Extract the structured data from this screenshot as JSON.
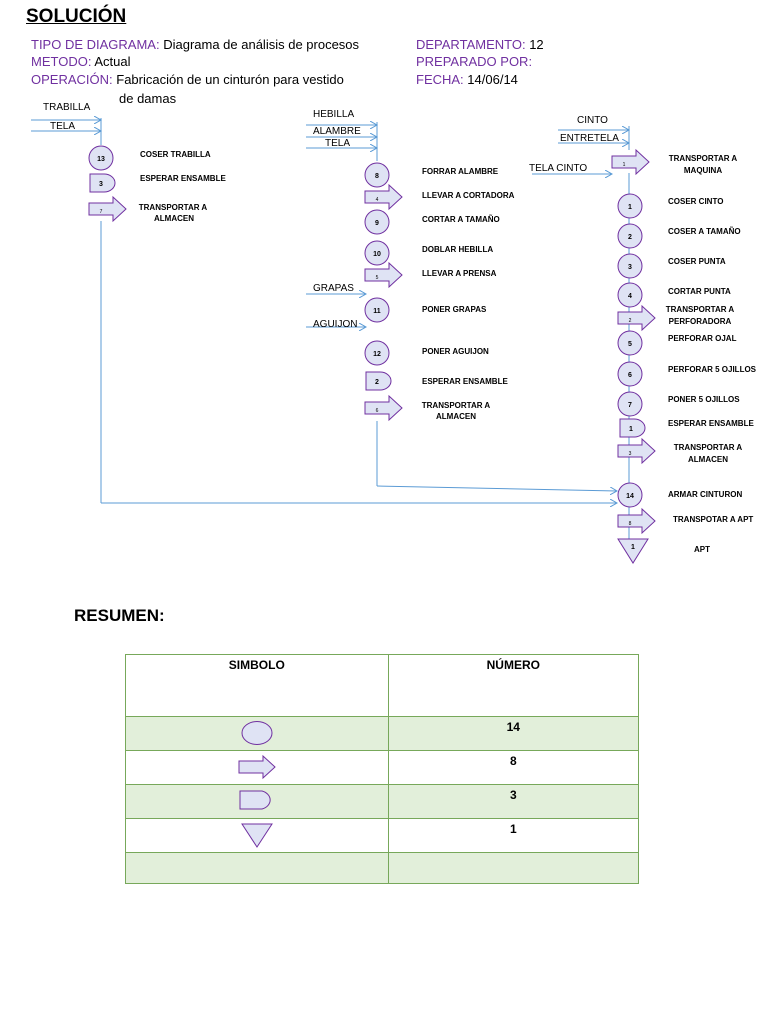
{
  "title": "SOLUCIÓN",
  "header": {
    "tipo_key": "TIPO DE DIAGRAMA:",
    "tipo_val": "Diagrama de análisis de procesos",
    "metodo_key": "METODO:",
    "metodo_val": "Actual",
    "operacion_key": "OPERACIÓN:",
    "operacion_val1": "Fabricación de un cinturón  para   vestido",
    "operacion_val2": "de damas",
    "depto_key": "DEPARTAMENTO:",
    "depto_val": "12",
    "preparado_key": "PREPARADO POR:",
    "fecha_key": "FECHA:",
    "fecha_val": "14/06/14"
  },
  "flow": {
    "inputs": {
      "trabilla": "TRABILLA",
      "tela": "TELA",
      "hebilla": "HEBILLA",
      "alambre": "ALAMBRE",
      "tela2": "TELA",
      "grapas": "GRAPAS",
      "aguijon": "AGUIJON",
      "cinto": "CINTO",
      "entretela": "ENTRETELA",
      "tela_cinto": "TELA CINTO"
    },
    "col1": [
      {
        "num": "13",
        "label": "COSER TRABILLA"
      },
      {
        "num": "3",
        "label": "ESPERAR ENSAMBLE"
      },
      {
        "num": "7",
        "label": "TRANSPORTAR A",
        "label2": "ALMACEN"
      }
    ],
    "col2": [
      {
        "num": "8",
        "label": "FORRAR ALAMBRE"
      },
      {
        "num": "4",
        "label": "LLEVAR A CORTADORA"
      },
      {
        "num": "9",
        "label": "CORTAR A TAMAÑO"
      },
      {
        "num": "10",
        "label": "DOBLAR HEBILLA"
      },
      {
        "num": "5",
        "label": "LLEVAR A PRENSA"
      },
      {
        "num": "11",
        "label": "PONER GRAPAS"
      },
      {
        "num": "12",
        "label": "PONER AGUIJON"
      },
      {
        "num": "2",
        "label": "ESPERAR ENSAMBLE"
      },
      {
        "num": "6",
        "label": "TRANSPORTAR A",
        "label2": "ALMACEN"
      }
    ],
    "col3": [
      {
        "num": "1",
        "label": "TRANSPORTAR A",
        "label2": "MAQUINA"
      },
      {
        "num": "1",
        "label": "COSER CINTO"
      },
      {
        "num": "2",
        "label": "COSER A TAMAÑO"
      },
      {
        "num": "3",
        "label": "COSER PUNTA"
      },
      {
        "num": "4",
        "label": "CORTAR PUNTA"
      },
      {
        "num": "2",
        "label": "TRANSPORTAR A",
        "label2": "PERFORADORA"
      },
      {
        "num": "5",
        "label": "PERFORAR OJAL"
      },
      {
        "num": "6",
        "label": "PERFORAR 5 OJILLOS"
      },
      {
        "num": "7",
        "label": "PONER 5 OJILLOS"
      },
      {
        "num": "1",
        "label": "ESPERAR ENSAMBLE"
      },
      {
        "num": "3",
        "label": "TRANSPORTAR A",
        "label2": "ALMACEN"
      },
      {
        "num": "14",
        "label": "ARMAR CINTURON"
      },
      {
        "num": "8",
        "label": "TRANSPOTAR A APT"
      },
      {
        "num": "1",
        "label": "APT"
      }
    ]
  },
  "resumen": {
    "title": "RESUMEN:",
    "col_simbolo": "SIMBOLO",
    "col_numero": "NÚMERO",
    "rows": [
      {
        "symbol": "operation-circle",
        "count": "14"
      },
      {
        "symbol": "transport-arrow",
        "count": "8"
      },
      {
        "symbol": "delay-d-shape",
        "count": "3"
      },
      {
        "symbol": "storage-triangle",
        "count": "1"
      },
      {
        "symbol": "",
        "count": ""
      }
    ]
  },
  "colors": {
    "symbol_fill": "#dfe3f4",
    "symbol_stroke": "#7030a0",
    "line": "#5b9bd5",
    "header_key": "#7030a0",
    "table_border": "#77a85a",
    "table_alt_row": "#e2efda"
  }
}
